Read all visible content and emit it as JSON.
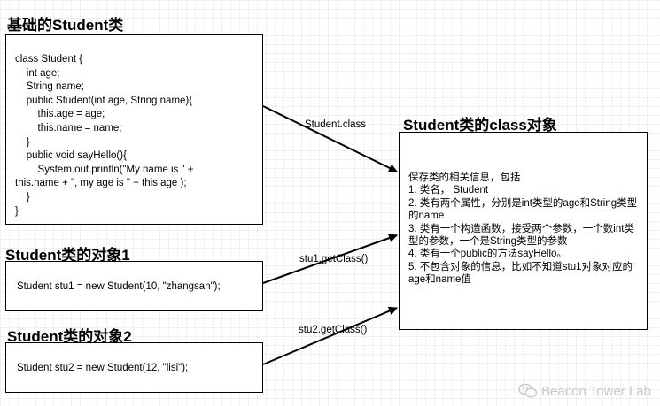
{
  "class_definition": {
    "title": "基础的Student类",
    "code_lines": [
      "class Student {",
      "    int age;",
      "    String name;",
      "    public Student(int age, String name){",
      "        this.age = age;",
      "        this.name = name;",
      "    }",
      "    public void sayHello(){",
      "        System.out.println(\"My name is \" +",
      "this.name + \", my age is \" + this.age );",
      "    }",
      "}"
    ]
  },
  "object1": {
    "title": "Student类的对象1",
    "code": "Student stu1 = new Student(10, \"zhangsan\");"
  },
  "object2": {
    "title": "Student类的对象2",
    "code": "Student stu2 = new Student(12, \"lisi\");"
  },
  "class_object": {
    "title": "Student类的class对象",
    "lines": [
      "保存类的相关信息，包括",
      "1.  类名，  Student",
      "2. 类有两个属性，分别是int类型的age和String类型的name",
      "3. 类有一个构造函数，接受两个参数，一个数int类型的参数，一个是String类型的参数",
      "4. 类有一个public的方法sayHello。",
      "5. 不包含对象的信息，比如不知道stu1对象对应的age和name值"
    ]
  },
  "edges": {
    "class_edge_label": "Student.class",
    "stu1_edge_label": "stu1.getClass()",
    "stu2_edge_label": "stu2.getClass()"
  },
  "watermark": {
    "text": "Beacon Tower Lab",
    "icon": "wechat-icon"
  }
}
